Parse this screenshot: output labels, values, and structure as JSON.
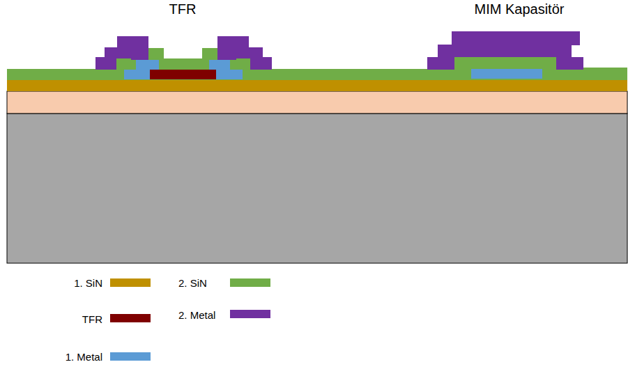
{
  "diagram": {
    "labels": [
      "TFR",
      "MIM Kapasitör"
    ],
    "legend": [
      {
        "text": "1. SiN",
        "color": "#bf9000"
      },
      {
        "text": "2. SiN",
        "color": "#70ad47"
      },
      {
        "text": "TFR",
        "color": "#7f0000"
      },
      {
        "text": "2. Metal",
        "color": "#7030a0"
      },
      {
        "text": "1. Metal",
        "color": "#5b9bd5"
      }
    ]
  }
}
